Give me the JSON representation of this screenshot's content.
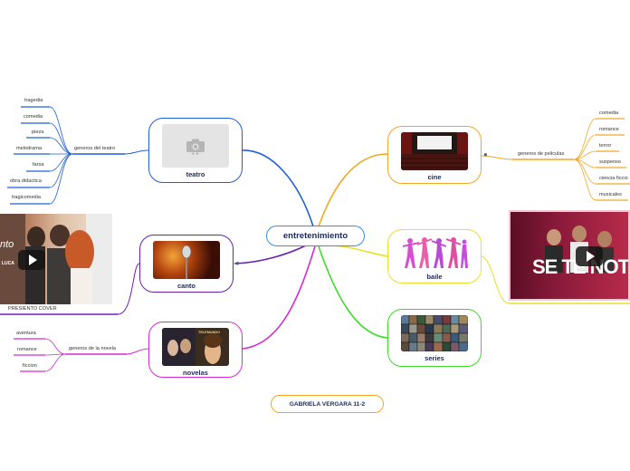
{
  "center": {
    "label": "entretenimiento"
  },
  "footer": {
    "label": "GABRIELA VERGARA 11-2"
  },
  "teatro": {
    "label": "teatro",
    "group_label": "generos del teatro",
    "genres": [
      "tragedia",
      "comedia",
      "pieza",
      "melodrama",
      "farsa",
      "obra didactica",
      "tragicomedia"
    ],
    "color": "#1f5fd6"
  },
  "canto": {
    "label": "canto",
    "video_caption": "PRESIENTO COVER",
    "video_text": [
      "nto",
      "LUCA"
    ],
    "color": "#6a1fb3"
  },
  "novelas": {
    "label": "novelas",
    "group_label": "generos de la novela",
    "genres": [
      "aventura",
      "romance",
      "ficcion"
    ],
    "thumb_text": "TELEMUNDO",
    "color": "#d42bd4"
  },
  "cine": {
    "label": "cine",
    "group_label": "generos de peliculas",
    "genres": [
      "comedia",
      "romance",
      "terror",
      "suspenso",
      "ciencia ficcio",
      "musicales"
    ],
    "color": "#f5a623"
  },
  "baile": {
    "label": "baile",
    "video_text": "SE TE NOT",
    "color": "#e8e02a"
  },
  "series": {
    "label": "series",
    "color": "#3fd92a"
  }
}
